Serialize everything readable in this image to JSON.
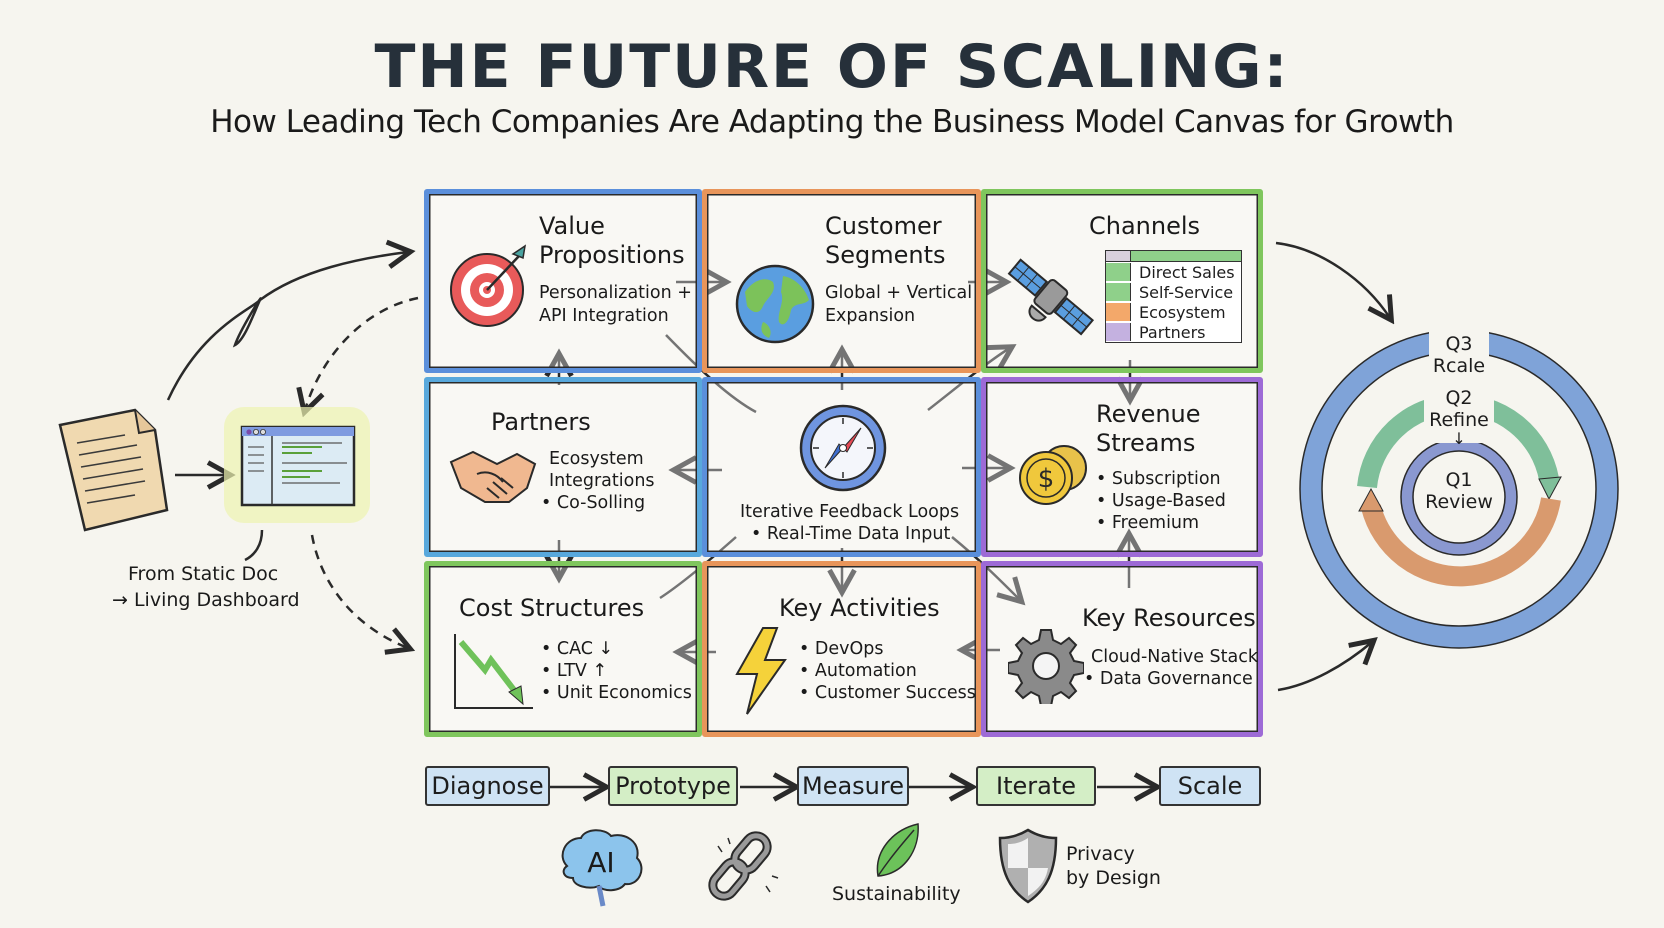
{
  "header": {
    "title": "THE FUTURE OF SCALING:",
    "subtitle": "How Leading Tech Companies Are Adapting the Business Model Canvas for Growth"
  },
  "left_flow": {
    "caption_line1": "From Static Doc",
    "caption_line2": "→ Living Dashboard",
    "icons": [
      "static-document-icon",
      "living-dashboard-icon"
    ]
  },
  "canvas": {
    "value_propositions": {
      "title_1": "Value",
      "title_2": "Propositions",
      "body_1": "Personalization +",
      "body_2": "API Integration",
      "icon": "target-icon",
      "color": "#4a7fd0"
    },
    "customer_segments": {
      "title_1": "Customer",
      "title_2": "Segments",
      "body_1": "Global + Vertical",
      "body_2": "Expansion",
      "icon": "globe-icon",
      "color": "#e08a4a"
    },
    "channels": {
      "title": "Channels",
      "icon": "satellite-icon",
      "color": "#78c257",
      "items": [
        {
          "label": "Direct Sales",
          "swatch": "#8fd08a"
        },
        {
          "label": "Self-Service",
          "swatch": "#8fd08a"
        },
        {
          "label": "Ecosystem",
          "swatch": "#f3a86a"
        },
        {
          "label": "Partners",
          "swatch": "#c4b1e0"
        }
      ]
    },
    "partners": {
      "title": "Partners",
      "body_1": "Ecosystem",
      "body_2": "Integrations",
      "body_3": "• Co-Solling",
      "icon": "handshake-icon",
      "color": "#4f9fd8"
    },
    "center": {
      "line_1": "Iterative Feedback Loops",
      "line_2": "• Real-Time Data Input",
      "icon": "compass-icon",
      "color": "#4a7fd0"
    },
    "revenue_streams": {
      "title_1": "Revenue",
      "title_2": "Streams",
      "items": [
        "• Subscription",
        "• Usage-Based",
        "• Freemium"
      ],
      "icon": "coins-icon",
      "color": "#9a66d0"
    },
    "cost_structures": {
      "title": "Cost Structures",
      "items": [
        "• CAC ↓",
        "• LTV ↑",
        "• Unit Economics"
      ],
      "icon": "declining-chart-icon",
      "color": "#78c257"
    },
    "key_activities": {
      "title": "Key Activities",
      "items": [
        "• DevOps",
        "• Automation",
        "• Customer Success"
      ],
      "icon": "lightning-icon",
      "color": "#e08a4a"
    },
    "key_resources": {
      "title": "Key Resources",
      "body_1": "Cloud-Native Stack",
      "body_2": "• Data Governance",
      "icon": "gear-icon",
      "color": "#9a66d0"
    }
  },
  "cycle": {
    "q3": "Q3",
    "q3_label": "Rcale",
    "q2": "Q2",
    "q2_label": "Refine",
    "q1": "Q1",
    "q1_label": "Review"
  },
  "process": {
    "steps": [
      {
        "label": "Diagnose",
        "color": "#cfe3f4"
      },
      {
        "label": "Prototype",
        "color": "#d4eec6"
      },
      {
        "label": "Measure",
        "color": "#cfe3f4"
      },
      {
        "label": "Iterate",
        "color": "#d4eec6"
      },
      {
        "label": "Scale",
        "color": "#cfe3f4"
      }
    ]
  },
  "themes": {
    "ai_label": "AI",
    "sustainability_label": "Sustainability",
    "privacy_line1": "Privacy",
    "privacy_line2": "by Design",
    "icons": [
      "ai-brain-icon",
      "broken-chain-icon",
      "leaf-icon",
      "shield-icon"
    ]
  }
}
